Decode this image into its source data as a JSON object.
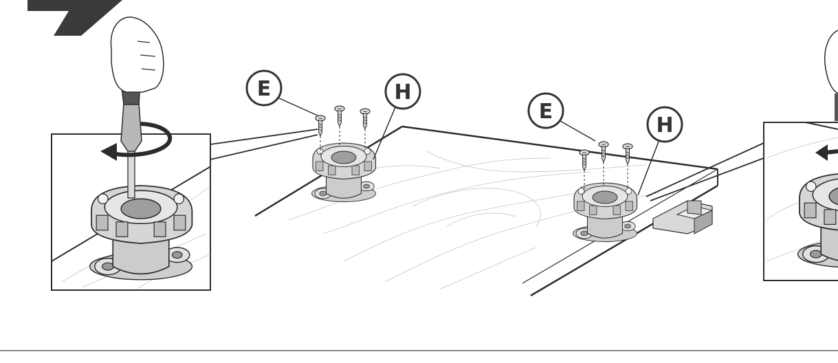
{
  "diagram": {
    "part_labels": {
      "left_e": "E",
      "left_h": "H",
      "right_e": "E",
      "right_h": "H"
    },
    "colors": {
      "ink": "#2b2b2b",
      "step_marker": "#3a3a3a",
      "part_fill": "#d9d9d9",
      "part_shadow": "#a8a8a8",
      "wood_grain": "#c4c4c4",
      "footer_rule": "#8a8a8a"
    },
    "icons": [
      "step-chevron-icon",
      "screwdriver-icon",
      "rotate-arrow-icon",
      "screw-icon",
      "caster-bracket-icon",
      "hand-icon",
      "left-arrow-icon"
    ]
  }
}
